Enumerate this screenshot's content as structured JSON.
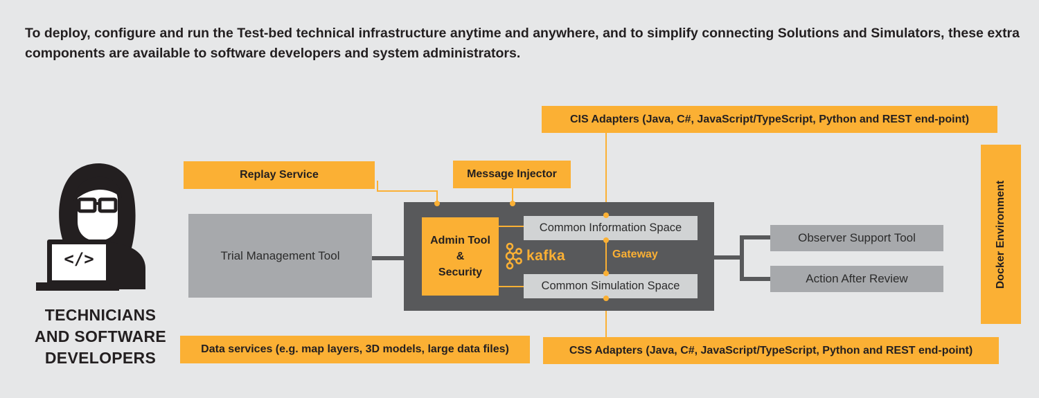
{
  "intro_text": "To deploy, configure and run the Test-bed technical infrastructure anytime and anywhere, and to simplify connecting Solutions and Simulators, these extra components are available to software developers and system administrators.",
  "person_label_lines": [
    "TECHNICIANS",
    "AND SOFTWARE",
    "DEVELOPERS"
  ],
  "code_glyph": "</>",
  "boxes": {
    "cis_adapters": "CIS Adapters (Java, C#, JavaScript/TypeScript, Python and REST end-point)",
    "replay_service": "Replay Service",
    "message_injector": "Message Injector",
    "trial_management_tool": "Trial Management Tool",
    "admin_tool_lines": [
      "Admin Tool",
      "&",
      "Security"
    ],
    "common_information_space": "Common Information Space",
    "common_simulation_space": "Common Simulation Space",
    "kafka": "kafka",
    "gateway": "Gateway",
    "observer_support_tool": "Observer Support Tool",
    "action_after_review": "Action After Review",
    "docker_environment": "Docker Environment",
    "data_services": "Data services (e.g. map layers, 3D models, large data files)",
    "css_adapters": "CSS Adapters (Java, C#, JavaScript/TypeScript, Python and REST end-point)"
  },
  "colors": {
    "accent": "#fbb034",
    "dark": "#58595b",
    "grey": "#a7a9ac",
    "light_grey": "#d1d3d4",
    "background": "#e6e7e8"
  }
}
